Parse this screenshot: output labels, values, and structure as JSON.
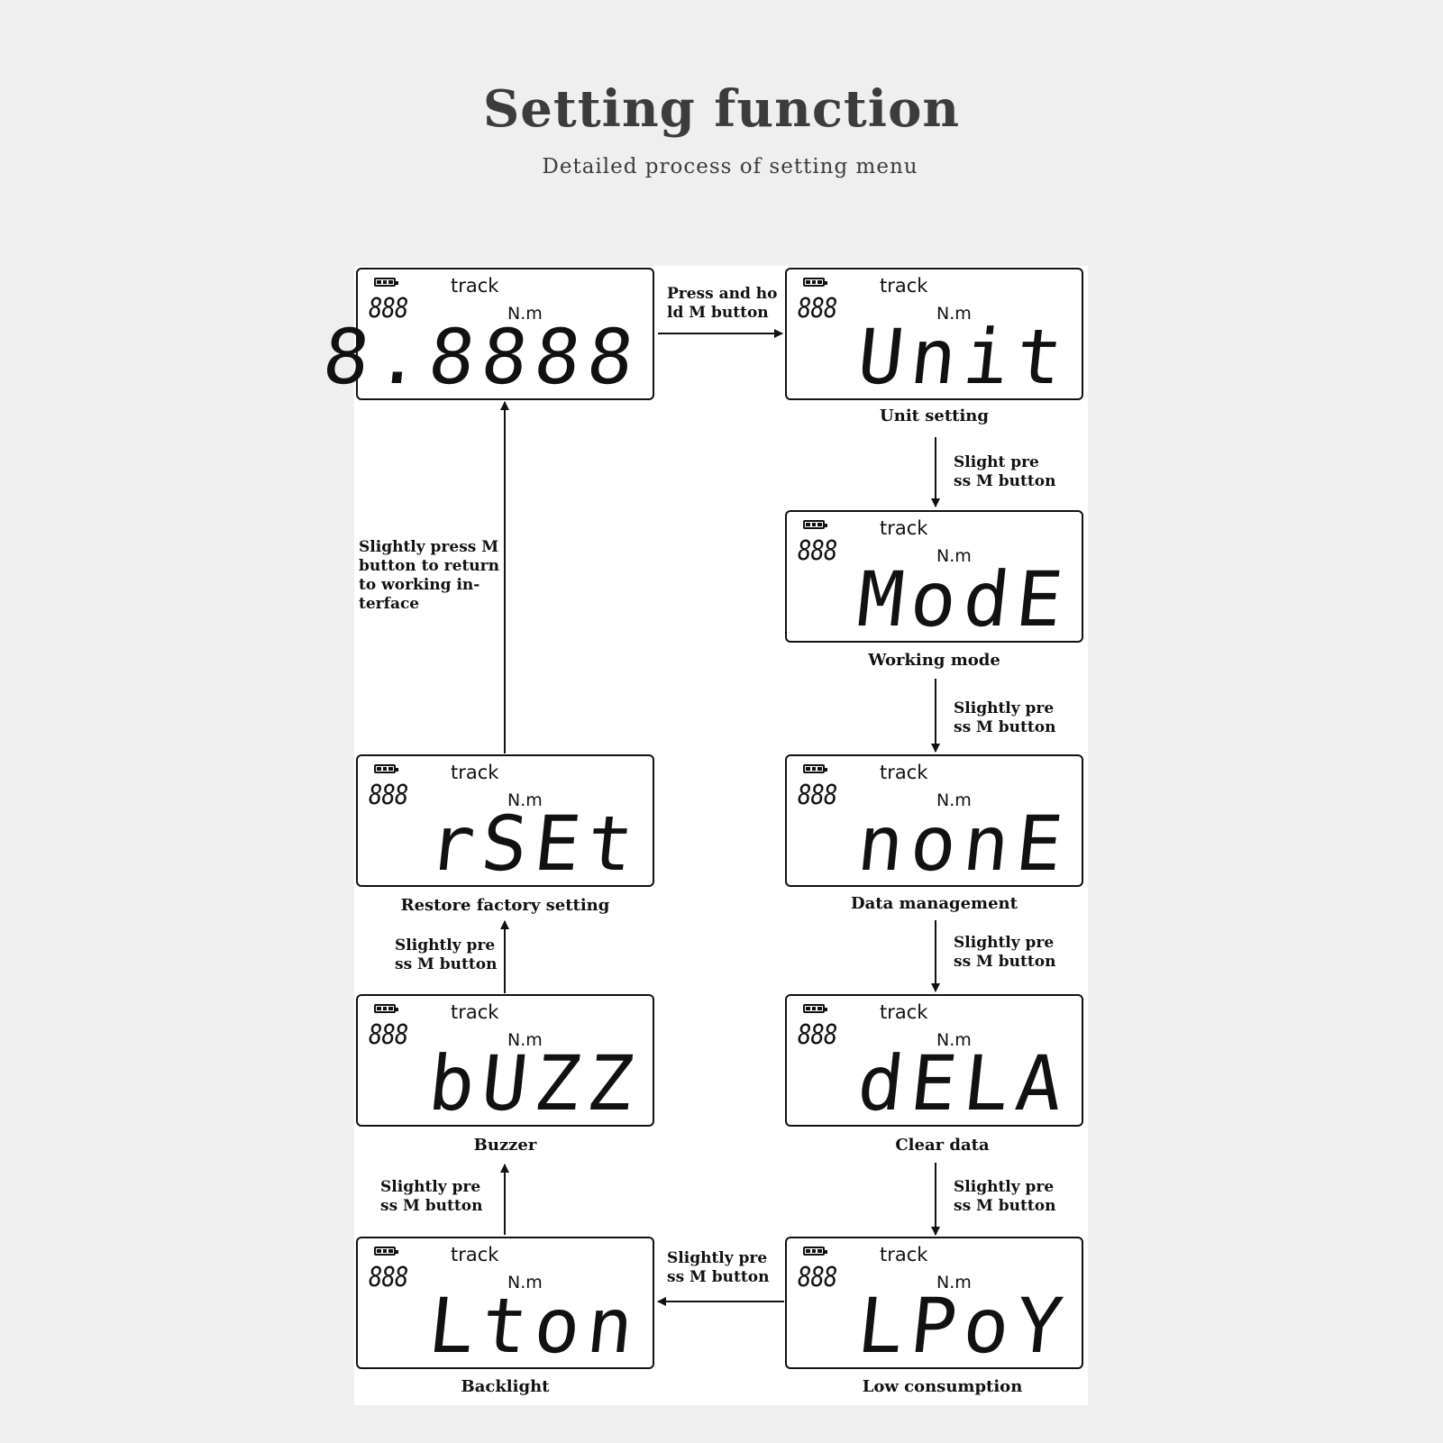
{
  "title": "Setting function",
  "subtitle": "Detailed process of setting menu",
  "lcd_common": {
    "track": "track",
    "unit": "N.m",
    "small_digits": "888"
  },
  "screens": {
    "main": {
      "display": "8.8888",
      "caption": ""
    },
    "unit": {
      "display": "Unit",
      "caption": "Unit setting"
    },
    "mode": {
      "display": "ModE",
      "caption": "Working mode"
    },
    "none": {
      "display": "nonE",
      "caption": "Data management"
    },
    "dela": {
      "display": "dELA",
      "caption": "Clear data"
    },
    "lpoy": {
      "display": "LPoY",
      "caption": "Low consumption"
    },
    "lton": {
      "display": "Lton",
      "caption": "Backlight"
    },
    "buzz": {
      "display": "bUZZ",
      "caption": "Buzzer"
    },
    "rset": {
      "display": "rSEt",
      "caption": "Restore factory setting"
    }
  },
  "notes": {
    "press_hold": [
      "Press and ho",
      "ld M button"
    ],
    "slight_1": [
      "Slight pre",
      "ss M button"
    ],
    "slightly_split": [
      "Slightly pre",
      "ss M button"
    ],
    "return": [
      "Slightly press M",
      "button to return",
      "to working in-",
      "terface"
    ]
  }
}
